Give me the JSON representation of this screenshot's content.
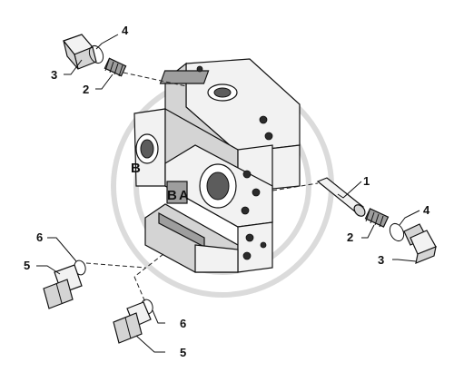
{
  "diagram": {
    "callouts": [
      {
        "id": "c4-top",
        "label": "4"
      },
      {
        "id": "c3-top",
        "label": "3"
      },
      {
        "id": "c2-top",
        "label": "2"
      },
      {
        "id": "c1",
        "label": "1"
      },
      {
        "id": "c4-right",
        "label": "4"
      },
      {
        "id": "c2-right",
        "label": "2"
      },
      {
        "id": "c3-right",
        "label": "3"
      },
      {
        "id": "c6-left",
        "label": "6"
      },
      {
        "id": "c5-left",
        "label": "5"
      },
      {
        "id": "c6-bottom",
        "label": "6"
      },
      {
        "id": "c5-bottom",
        "label": "5"
      }
    ],
    "face_labels": {
      "b_small": "B",
      "b_large": "B",
      "a_large": "A"
    }
  }
}
